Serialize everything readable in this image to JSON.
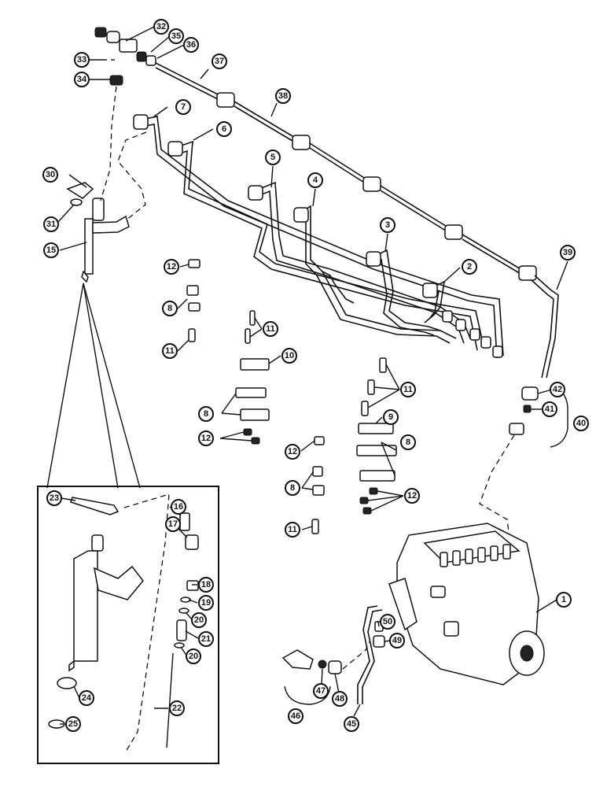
{
  "diagram": {
    "callouts": {
      "c1": "1",
      "c2": "2",
      "c3": "3",
      "c4": "4",
      "c5": "5",
      "c6": "6",
      "c7": "7",
      "c8a": "8",
      "c8b": "8",
      "c8c": "8",
      "c8d": "8",
      "c9": "9",
      "c10": "10",
      "c11a": "11",
      "c11b": "11",
      "c11c": "11",
      "c11d": "11",
      "c12a": "12",
      "c12b": "12",
      "c12c": "12",
      "c12d": "12",
      "c15": "15",
      "c16": "16",
      "c17": "17",
      "c18": "18",
      "c19": "19",
      "c20a": "20",
      "c20b": "20",
      "c21": "21",
      "c22": "22",
      "c23": "23",
      "c24": "24",
      "c25": "25",
      "c30": "30",
      "c31": "31",
      "c32": "32",
      "c33": "33",
      "c34": "34",
      "c35": "35",
      "c36": "36",
      "c37": "37",
      "c38": "38",
      "c39": "39",
      "c40": "40",
      "c41": "41",
      "c42": "42",
      "c45": "45",
      "c46": "46",
      "c47": "47",
      "c48": "48",
      "c49": "49",
      "c50": "50"
    }
  }
}
